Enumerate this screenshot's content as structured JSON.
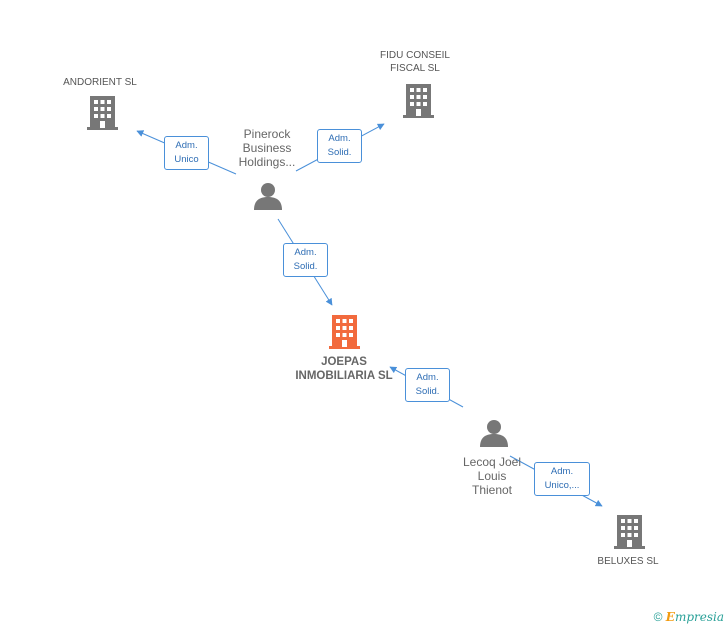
{
  "nodes": {
    "andorient": {
      "label": "ANDORIENT SL",
      "type": "company"
    },
    "fidu": {
      "label": "FIDU CONSEIL\nFISCAL SL",
      "type": "company"
    },
    "pinerock": {
      "label": "Pinerock\nBusiness\nHoldings...",
      "type": "person"
    },
    "joepas": {
      "label": "JOEPAS\nINMOBILIARIA SL",
      "type": "company-focus"
    },
    "lecoq": {
      "label": "Lecoq Joel\nLouis\nThienot",
      "type": "person"
    },
    "beluxes": {
      "label": "BELUXES SL",
      "type": "company"
    }
  },
  "edges": {
    "pinerock_andorient": {
      "label": "Adm.\nUnico"
    },
    "pinerock_fidu": {
      "label": "Adm.\nSolid."
    },
    "pinerock_joepas": {
      "label": "Adm.\nSolid."
    },
    "lecoq_joepas": {
      "label": "Adm.\nSolid."
    },
    "lecoq_beluxes": {
      "label": "Adm.\nUnico,..."
    }
  },
  "colors": {
    "edge": "#4a90d9",
    "icon_gray": "#777777",
    "icon_focus": "#f26a3d"
  },
  "footer": {
    "copyright": "©",
    "brand_first": "E",
    "brand_rest": "mpresia"
  }
}
